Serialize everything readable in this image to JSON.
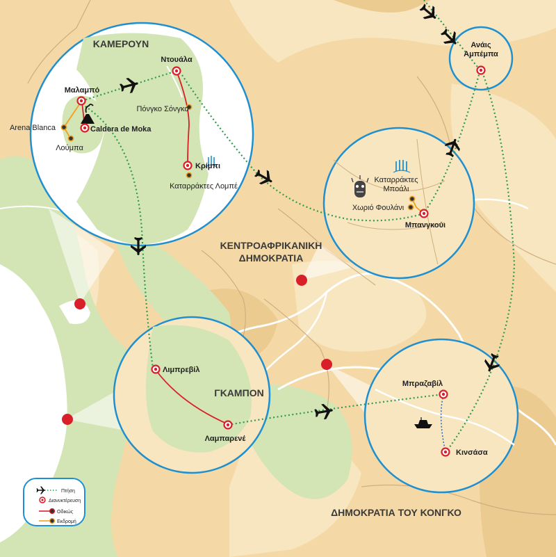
{
  "countries": {
    "cameroon": "ΚΑΜΕΡΟΥΝ",
    "car_line1": "ΚΕΝΤΡΟΑΦΡΙΚΑΝΙΚΗ",
    "car_line2": "ΔΗΜΟΚΡΑΤΙΑ",
    "gabon": "ΓΚΑΜΠΟΝ",
    "congo": "ΔΗΜΟΚΡΑΤΙΑ ΤΟΥ ΚΟΝΓΚΟ"
  },
  "places": {
    "douala": "Ντουάλα",
    "malabo": "Μαλαμπό",
    "pongo_songo": "Πόνγκο Σόνγκο",
    "arena_blanca": "Arena Blanca",
    "caldera_de_moka": "Caldera de Moka",
    "luba": "Λούμπα",
    "kribi": "Κρίμπι",
    "lobe_falls": "Καταρράκτες Λομπέ",
    "anais_line1": "Ανάις",
    "anais_line2": "Αμπέμπα",
    "boali_falls_line1": "Καταρράκτες",
    "boali_falls_line2": "Μποάλι",
    "foulani_village": "Χωριό Φουλάνι",
    "bangui": "Μπανγκούι",
    "libreville": "Λιμπρεβίλ",
    "lambarene": "Λαμπαρενέ",
    "brazzaville": "Μπραζαβίλ",
    "kinshasa": "Κινσάσα"
  },
  "legend": {
    "flight": "Πτήση",
    "overnight": "Διανυκτέρευση",
    "road": "Οδικώς",
    "excursion": "Εκδρομή"
  },
  "colors": {
    "land": "#f4d9a6",
    "land_light": "#f8e6c0",
    "land_dark": "#eccb91",
    "forest": "#d3e4b5",
    "water": "#ffffff",
    "circle_stroke": "#1f8fcf",
    "flight_route": "#2e9a4f",
    "road_route": "#d8282f",
    "excursion_route": "#f0a020",
    "boat_route": "#2a6fc0",
    "marker": "#d81f2a"
  },
  "icons": {
    "plane": "airplane-icon",
    "boat": "boat-icon",
    "waterfall": "waterfall-icon",
    "volcano": "volcano-icon",
    "mask": "mask-icon"
  }
}
